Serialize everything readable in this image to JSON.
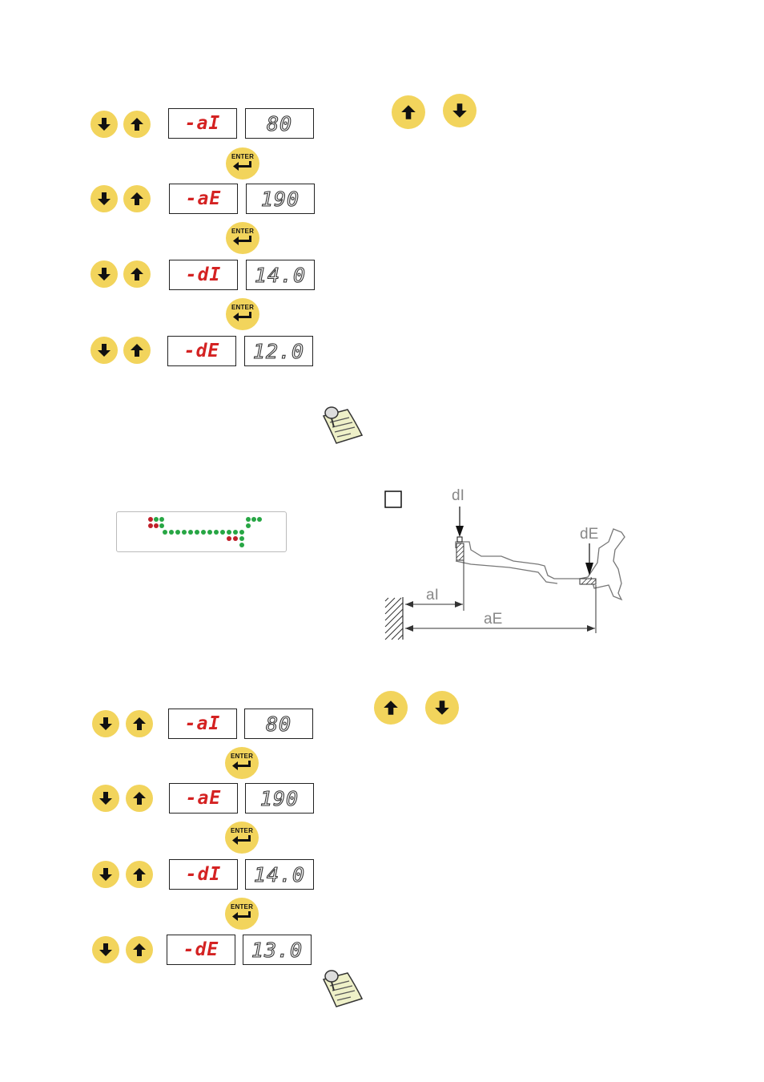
{
  "colors": {
    "button_fill": "#f2d45c",
    "display_code": "#d42222",
    "display_value_outline": "#333333",
    "led_green": "#27a644",
    "led_red": "#c0202a"
  },
  "icons": {
    "arrow_down": "arrow-down-icon",
    "arrow_up": "arrow-up-icon",
    "enter": "enter-icon",
    "note": "note-pin-icon"
  },
  "enter_label": "ENTER",
  "procedure_1": {
    "steps": [
      {
        "code": "-aI",
        "value": "80"
      },
      {
        "code": "-aE",
        "value": "190"
      },
      {
        "code": "-dI",
        "value": "14.0"
      },
      {
        "code": "-dE",
        "value": "12.0"
      }
    ]
  },
  "procedure_2": {
    "steps": [
      {
        "code": "-aI",
        "value": "80"
      },
      {
        "code": "-aE",
        "value": "190"
      },
      {
        "code": "-dI",
        "value": "14.0"
      },
      {
        "code": "-dE",
        "value": "13.0"
      }
    ]
  },
  "diagram": {
    "labels": {
      "dI": "dI",
      "dE": "dE",
      "aI": "aI",
      "aE": "aE"
    }
  }
}
